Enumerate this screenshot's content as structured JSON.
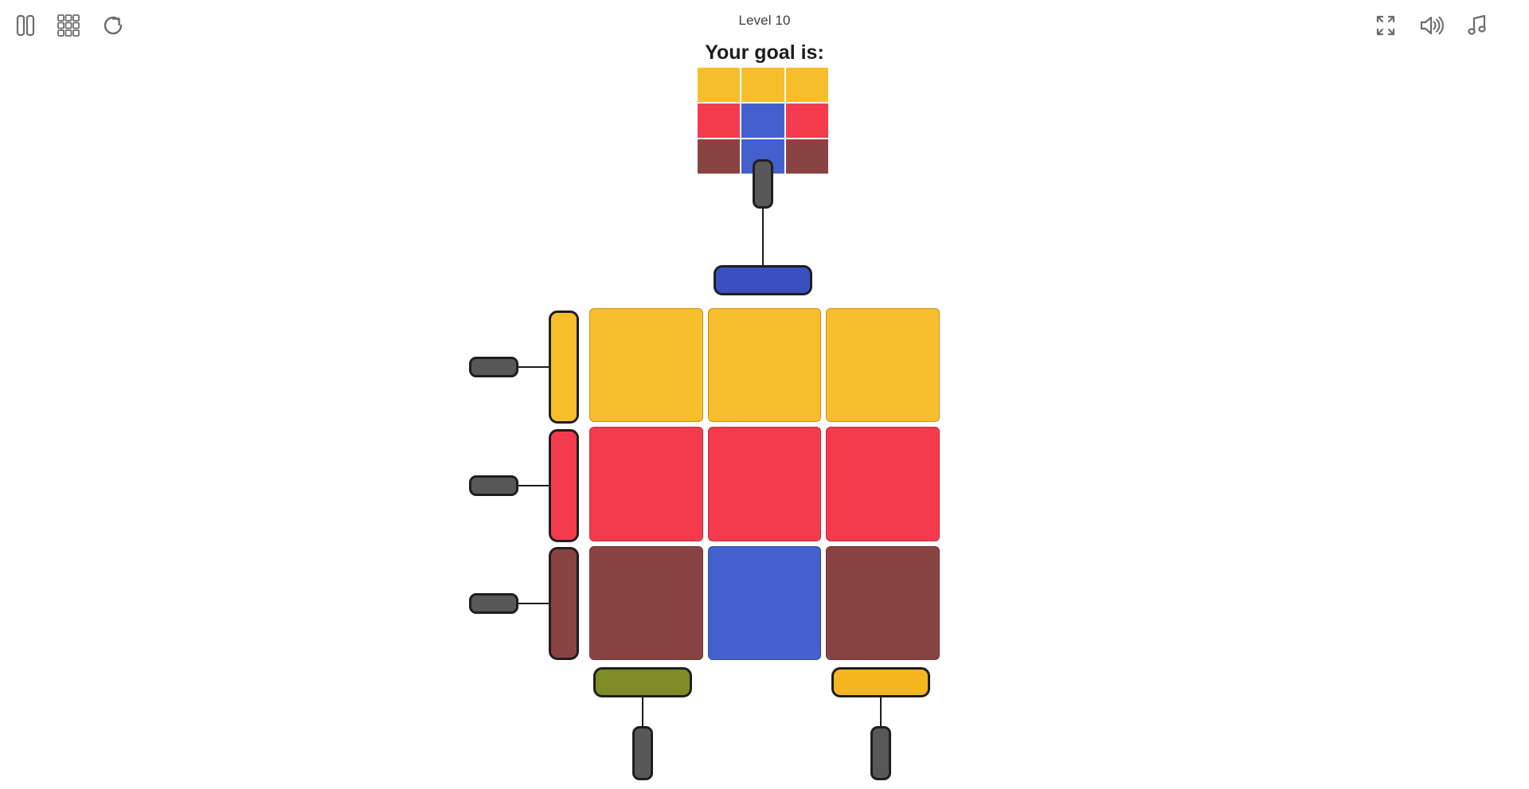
{
  "header": {
    "level_label": "Level 10",
    "left_icons": [
      {
        "name": "pause-icon",
        "title": "Pause"
      },
      {
        "name": "grid-icon",
        "title": "Levels"
      },
      {
        "name": "restart-icon",
        "title": "Restart"
      }
    ],
    "right_icons": [
      {
        "name": "fullscreen-icon",
        "title": "Fullscreen"
      },
      {
        "name": "sound-icon",
        "title": "Sound"
      },
      {
        "name": "music-icon",
        "title": "Music"
      }
    ]
  },
  "goal": {
    "label": "Your goal is:",
    "grid": [
      [
        "#F7BE2C",
        "#F7BE2C",
        "#F7BE2C"
      ],
      [
        "#F43B4E",
        "#4360CC",
        "#F43B4E"
      ],
      [
        "#8A4343",
        "#4360CC",
        "#8A4343"
      ]
    ]
  },
  "board": {
    "grid": [
      [
        "#F7BE2C",
        "#F7BE2C",
        "#F7BE2C"
      ],
      [
        "#F43B4E",
        "#F43B4E",
        "#F43B4E"
      ],
      [
        "#8A4343",
        "#4360CC",
        "#8A4343"
      ]
    ]
  },
  "controls": {
    "goal_switch": {
      "name": "goal-blue-switch",
      "color": "#3B50C0",
      "hatch": false
    },
    "row_switches": [
      {
        "name": "row-1-switch",
        "color": "#F7BE2C",
        "hatch": true
      },
      {
        "name": "row-2-switch",
        "color": "#F43B4E",
        "hatch": true
      },
      {
        "name": "row-3-switch",
        "color": "#8A4343",
        "hatch": false
      }
    ],
    "column_switches": [
      {
        "name": "column-1-switch",
        "color": "#7E8C25",
        "hatch": true
      },
      {
        "name": "column-3-switch",
        "color": "#F5B71F",
        "hatch": true
      }
    ]
  },
  "colors": {
    "amber": "#F7BE2C",
    "red": "#F43B4E",
    "maroon": "#8A4343",
    "blue": "#4360CC",
    "blue_button": "#3B50C0",
    "olive": "#7E8C25",
    "handle_gray": "#585858",
    "outline": "#1e1e1e",
    "background": "#FFFFFF"
  }
}
